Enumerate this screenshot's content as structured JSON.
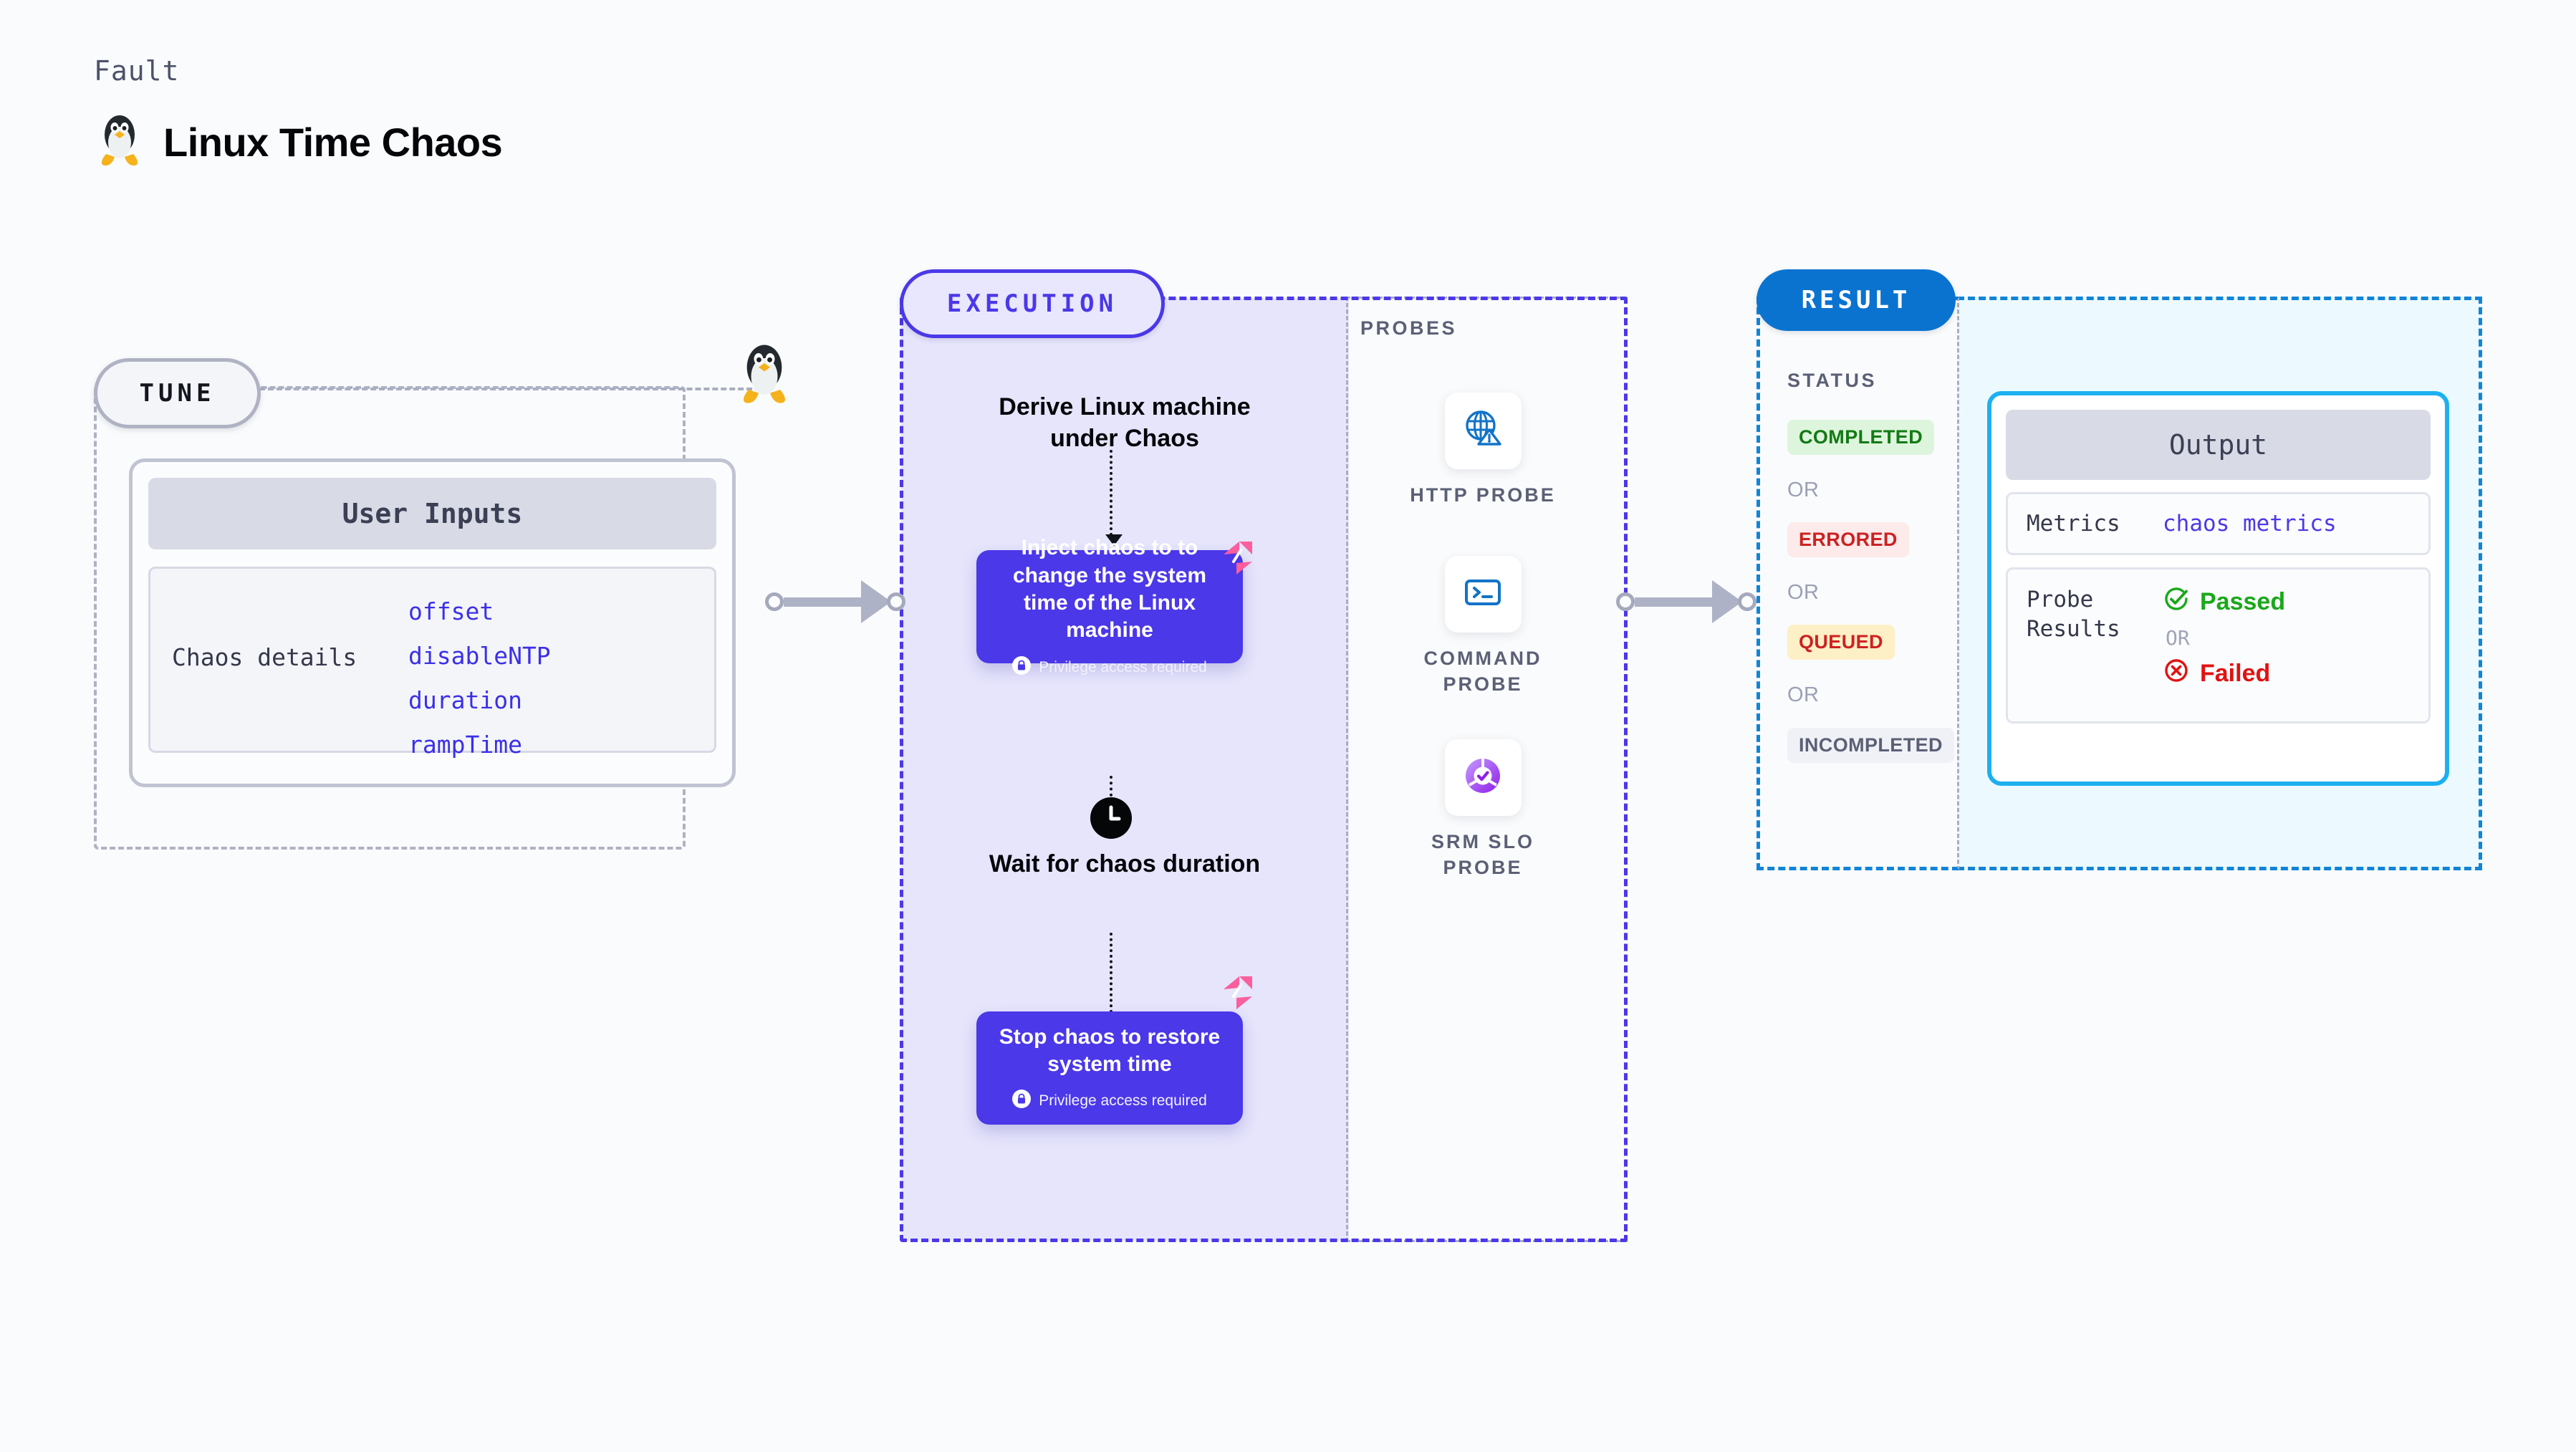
{
  "header": {
    "eyebrow": "Fault",
    "title": "Linux Time Chaos",
    "icon": "linux-penguin-icon"
  },
  "tune": {
    "pill_label": "TUNE",
    "card": {
      "header": "User Inputs",
      "details_label": "Chaos details",
      "params": [
        "offset",
        "disableNTP",
        "duration",
        "rampTime"
      ]
    }
  },
  "execution": {
    "pill_label": "EXECUTION",
    "steps": [
      {
        "kind": "title",
        "text": "Derive Linux machine under Chaos"
      },
      {
        "kind": "card",
        "title": "Inject chaos to to change the system time of the Linux machine",
        "note": "Privilege access required",
        "note_icon": "lock-icon",
        "corner_icon": "harness-logo-icon"
      },
      {
        "kind": "title",
        "icon": "clock-icon",
        "text": "Wait for chaos duration"
      },
      {
        "kind": "card",
        "title": "Stop chaos to restore system time",
        "note": "Privilege access required",
        "note_icon": "lock-icon",
        "corner_icon": "harness-logo-icon"
      }
    ]
  },
  "probes": {
    "label": "PROBES",
    "items": [
      {
        "label": "HTTP PROBE",
        "icon": "globe-alert-icon"
      },
      {
        "label": "COMMAND PROBE",
        "icon": "terminal-icon"
      },
      {
        "label": "SRM SLO PROBE",
        "icon": "slo-check-icon"
      }
    ]
  },
  "result": {
    "pill_label": "RESULT",
    "status_label": "STATUS",
    "or_label": "OR",
    "statuses": [
      {
        "label": "COMPLETED",
        "bg": "#ddf5dd",
        "fg": "#137a13"
      },
      {
        "label": "ERRORED",
        "bg": "#fdeaea",
        "fg": "#cc2222"
      },
      {
        "label": "QUEUED",
        "bg": "#fdefc6",
        "fg": "#cc2222"
      },
      {
        "label": "INCOMPLETED",
        "bg": "#f0f1f6",
        "fg": "#5b6076"
      }
    ],
    "output": {
      "header": "Output",
      "metrics_label": "Metrics",
      "metrics_value": "chaos metrics",
      "probe_results_label": "Probe Results",
      "passed_label": "Passed",
      "failed_label": "Failed",
      "or_label": "OR",
      "passed_icon": "check-circle-icon",
      "failed_icon": "x-circle-icon"
    }
  },
  "colors": {
    "accent_purple": "#4b38e8",
    "accent_blue": "#0a73d0",
    "accent_cyan": "#1db0f0",
    "harness_pink": "#fb5e9d",
    "page_bg": "#fafbfc"
  }
}
